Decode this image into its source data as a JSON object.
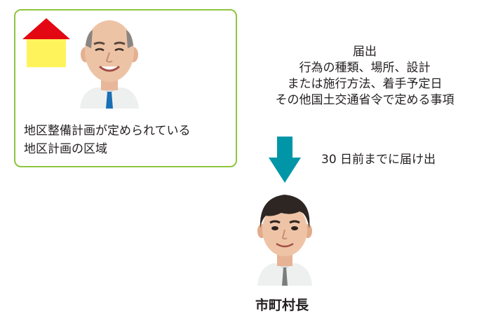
{
  "area_box": {
    "line1": "地区整備計画が定められている",
    "line2": "地区計画の区域"
  },
  "notification": {
    "title": "届出",
    "line1": "行為の種類、場所、設計",
    "line2": "または施行方法、着手予定日",
    "line3": "その他国土交通省令で定める事項"
  },
  "deadline": "30 日前までに届け出",
  "recipient": "市町村長",
  "colors": {
    "box_border": "#8cc63f",
    "roof": "#e30613",
    "house_body": "#fff35c",
    "arrow": "#0096a8",
    "tie": "#1b6fb5"
  }
}
